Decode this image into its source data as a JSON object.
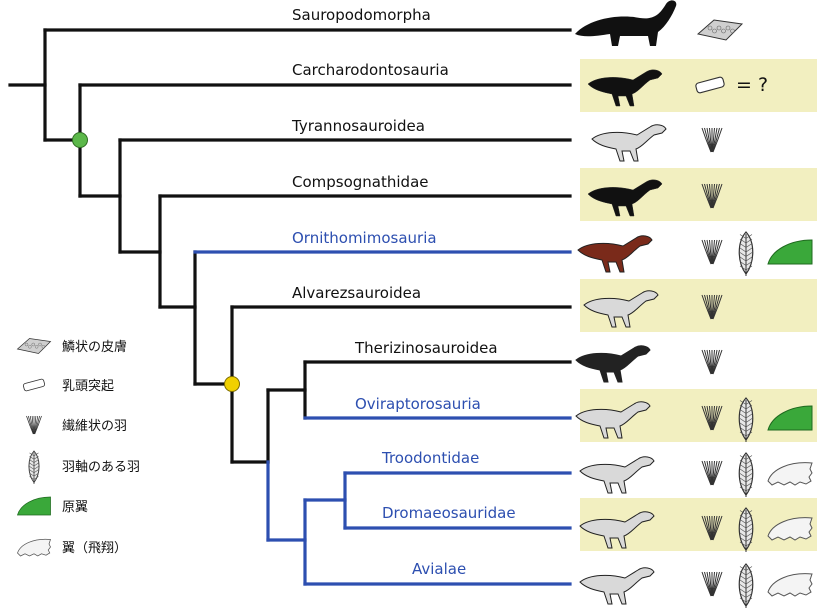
{
  "taxa": [
    {
      "name": "Sauropodomorpha",
      "highlight": false,
      "lineage": "black"
    },
    {
      "name": "Carcharodontosauria",
      "highlight": true,
      "lineage": "black"
    },
    {
      "name": "Tyrannosauroidea",
      "highlight": false,
      "lineage": "black"
    },
    {
      "name": "Compsognathidae",
      "highlight": true,
      "lineage": "black"
    },
    {
      "name": "Ornithomimosauria",
      "highlight": false,
      "lineage": "blue"
    },
    {
      "name": "Alvarezsauroidea",
      "highlight": true,
      "lineage": "black"
    },
    {
      "name": "Therizinosauroidea",
      "highlight": false,
      "lineage": "black"
    },
    {
      "name": "Oviraptorosauria",
      "highlight": true,
      "lineage": "blue"
    },
    {
      "name": "Troodontidae",
      "highlight": false,
      "lineage": "blue"
    },
    {
      "name": "Dromaeosauridae",
      "highlight": true,
      "lineage": "blue"
    },
    {
      "name": "Avialae",
      "highlight": false,
      "lineage": "blue"
    }
  ],
  "traits": [
    [
      "scale"
    ],
    [
      "filament",
      "question"
    ],
    [
      "fiber"
    ],
    [
      "fiber"
    ],
    [
      "fiber",
      "vane",
      "protowing"
    ],
    [
      "fiber"
    ],
    [
      "fiber"
    ],
    [
      "fiber",
      "vane",
      "protowing"
    ],
    [
      "fiber",
      "vane",
      "wing"
    ],
    [
      "fiber",
      "vane",
      "wing"
    ],
    [
      "fiber",
      "vane",
      "wing"
    ]
  ],
  "question_text": "= ?",
  "legend": [
    {
      "icon": "scale-skin-icon",
      "label": "鱗状の皮膚"
    },
    {
      "icon": "filament-icon",
      "label": "乳頭突起"
    },
    {
      "icon": "fiber-feather-icon",
      "label": "繊維状の羽"
    },
    {
      "icon": "vaned-feather-icon",
      "label": "羽軸のある羽"
    },
    {
      "icon": "protowing-icon",
      "label": "原翼"
    },
    {
      "icon": "flight-wing-icon",
      "label": "翼（飛翔）"
    }
  ],
  "colors": {
    "black_branch": "#111111",
    "blue_branch": "#2d4fb0",
    "band": "#f2efc0",
    "node_green": "#5cb84a",
    "node_yellow": "#f0d000",
    "protowing": "#3aa83a"
  }
}
